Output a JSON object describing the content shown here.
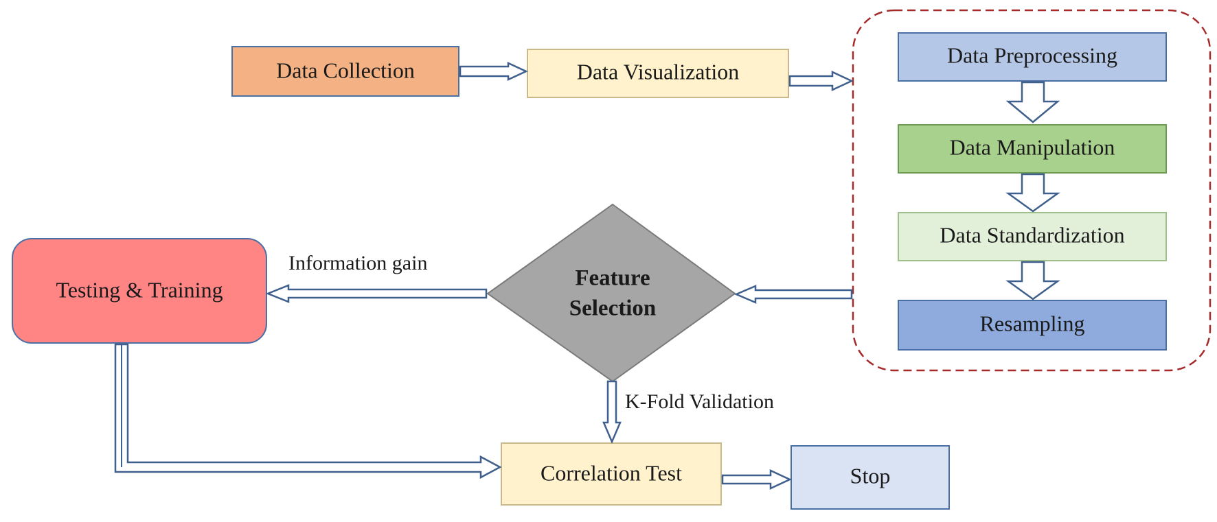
{
  "diagram": {
    "nodes": {
      "data_collection": {
        "label": "Data Collection",
        "fill": "#f4b183"
      },
      "data_visualization": {
        "label": "Data Visualization",
        "fill": "#fff2cc"
      },
      "data_preprocessing": {
        "label": "Data Preprocessing",
        "fill": "#b4c7e7"
      },
      "data_manipulation": {
        "label": "Data Manipulation",
        "fill": "#a9d18e"
      },
      "data_standardization": {
        "label": "Data Standardization",
        "fill": "#e2f0d9"
      },
      "resampling": {
        "label": "Resampling",
        "fill": "#8faadc"
      },
      "feature_selection": {
        "label_line1": "Feature",
        "label_line2": "Selection",
        "fill": "#a6a6a6"
      },
      "testing_training": {
        "label": "Testing & Training",
        "fill": "#ff8585"
      },
      "correlation_test": {
        "label": "Correlation Test",
        "fill": "#fff2cc"
      },
      "stop": {
        "label": "Stop",
        "fill": "#dae3f3"
      }
    },
    "edge_labels": {
      "information_gain": "Information gain",
      "k_fold_validation": "K-Fold Validation"
    },
    "colors": {
      "box_border": "#4a6fa5",
      "arrow_border": "#3f5f8c",
      "group_border": "#a52a2a"
    }
  }
}
